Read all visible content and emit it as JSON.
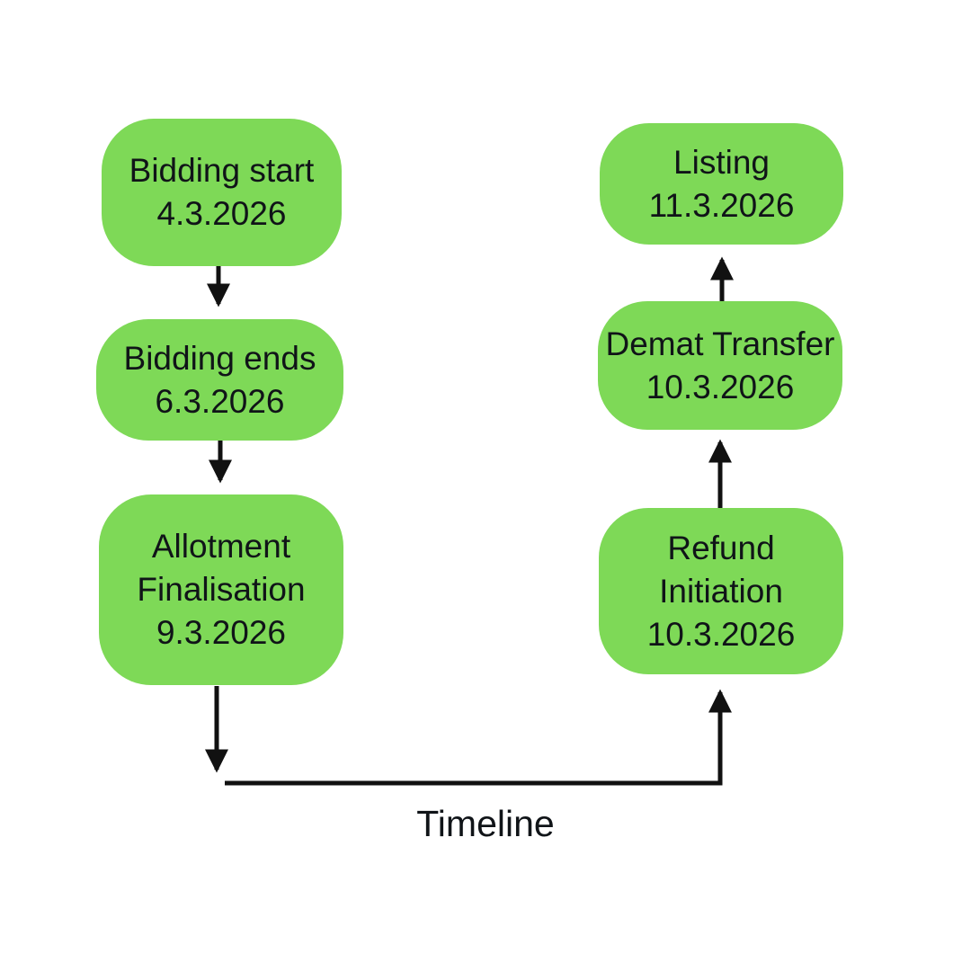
{
  "diagram": {
    "caption": "Timeline",
    "colors": {
      "node_fill": "#7ED957",
      "text": "#101418",
      "connector": "#111111",
      "background": "#FFFFFF"
    },
    "nodes": [
      {
        "name": "bidding-start",
        "label": "Bidding start",
        "date": "4.3.2026"
      },
      {
        "name": "bidding-ends",
        "label": "Bidding ends",
        "date": "6.3.2026"
      },
      {
        "name": "allotment-finalisation",
        "label": "Allotment Finalisation",
        "date": "9.3.2026"
      },
      {
        "name": "listing",
        "label": "Listing",
        "date": "11.3.2026"
      },
      {
        "name": "demat-transfer",
        "label": "Demat Transfer",
        "date": "10.3.2026"
      },
      {
        "name": "refund-initiation",
        "label": "Refund Initiation",
        "date": "10.3.2026"
      }
    ],
    "connections": [
      {
        "from": "bidding-start",
        "to": "bidding-ends",
        "direction": "down"
      },
      {
        "from": "bidding-ends",
        "to": "allotment-finalisation",
        "direction": "down"
      },
      {
        "from": "allotment-finalisation",
        "to": "refund-initiation",
        "direction": "down-right-up"
      },
      {
        "from": "refund-initiation",
        "to": "demat-transfer",
        "direction": "up"
      },
      {
        "from": "demat-transfer",
        "to": "listing",
        "direction": "up"
      }
    ]
  }
}
